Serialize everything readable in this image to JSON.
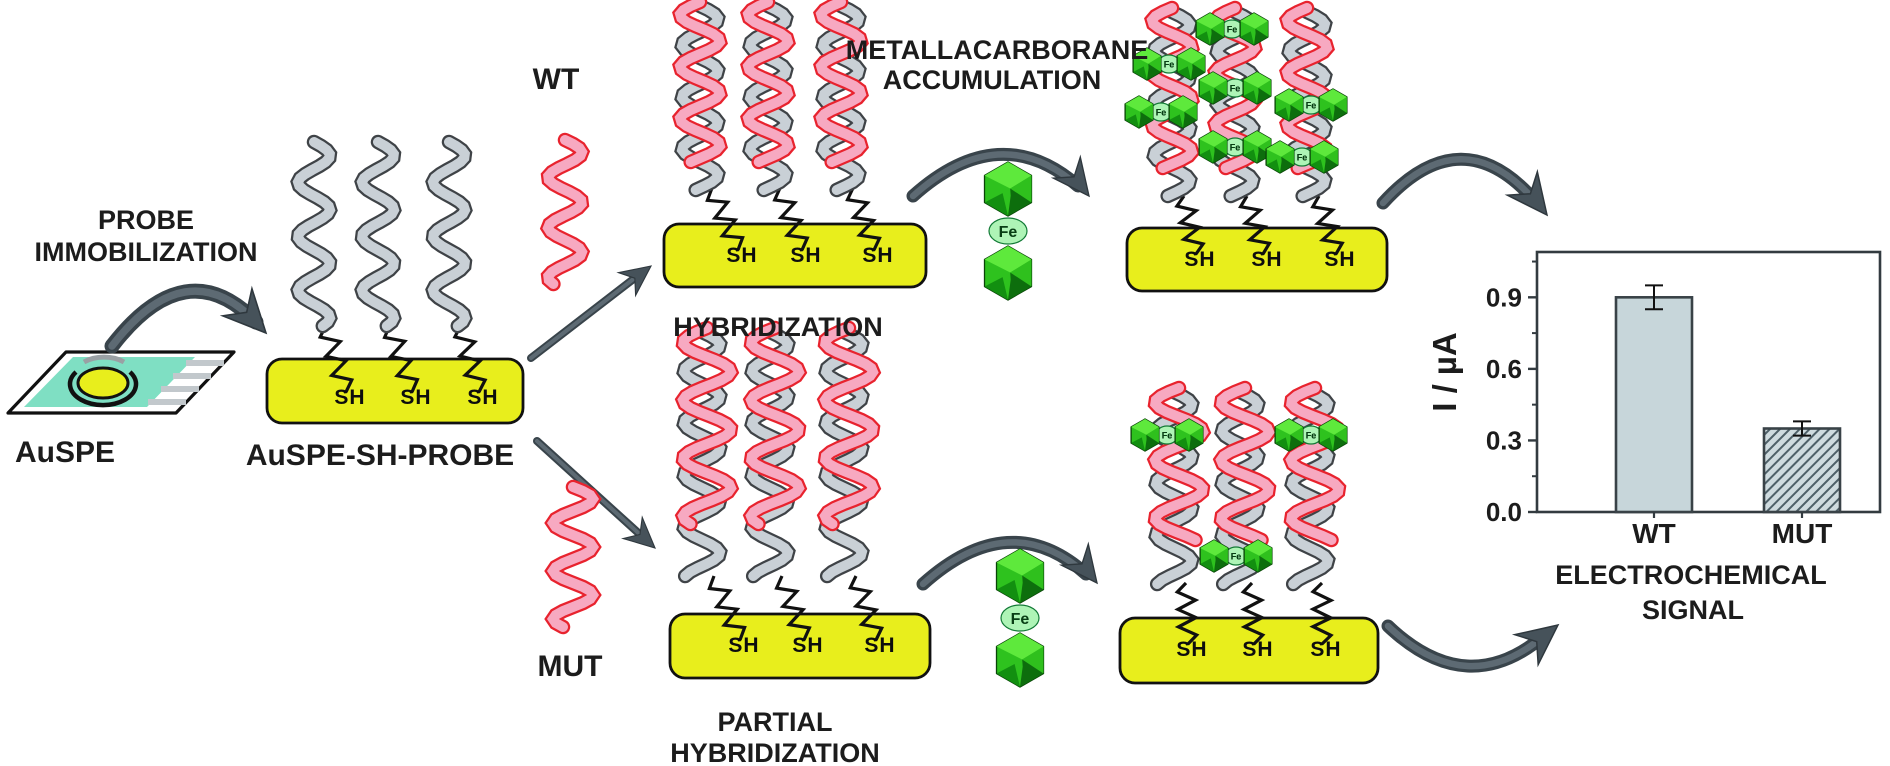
{
  "figure": {
    "labels": {
      "probe_step_line1": "PROBE",
      "probe_step_line2": "IMMOBILIZATION",
      "auspe": "AuSPE",
      "auspe_sh_probe": "AuSPE-SH-PROBE",
      "wt": "WT",
      "mut": "MUT",
      "hybridization": "HYBRIDIZATION",
      "partial_line1": "PARTIAL",
      "partial_line2": "HYBRIDIZATION",
      "accumulation_line1": "METALLACARBORANE",
      "accumulation_line2": "ACCUMULATION",
      "sh": "SH",
      "fe": "Fe"
    },
    "colors": {
      "electrode_yellow": "#e8ee1c",
      "chip_teal": "#7fdfc3",
      "strand_gray": "#c9d0d6",
      "strand_gray_outline": "#3f4347",
      "strand_pink": "#f7a9c1",
      "strand_pink_outline": "#e8232e",
      "carborane_green": "#2ec21e",
      "carborane_bright": "#5ee93c",
      "carborane_dark": "#0d6e0d",
      "fe_ellipse": "#aef4b6",
      "arrow_gray": "#46525a",
      "bar_fill": "#c7d6da"
    }
  },
  "chart_data": {
    "type": "bar",
    "categories": [
      "WT",
      "MUT"
    ],
    "values": [
      0.9,
      0.35
    ],
    "errors": [
      0.05,
      0.03
    ],
    "ylabel": "I / µA",
    "yticks": [
      0.0,
      0.3,
      0.6,
      0.9
    ],
    "ytick_labels": [
      "0.0",
      "0.3",
      "0.6",
      "0.9"
    ],
    "ylim": [
      0,
      1.09
    ],
    "minor_tick_step": 0.3,
    "minor_tick_offset": 0.15,
    "bar_styles": [
      "solid",
      "hatched"
    ],
    "grid": false,
    "legend": null,
    "caption_line1": "ELECTROCHEMICAL",
    "caption_line2": "SIGNAL"
  }
}
